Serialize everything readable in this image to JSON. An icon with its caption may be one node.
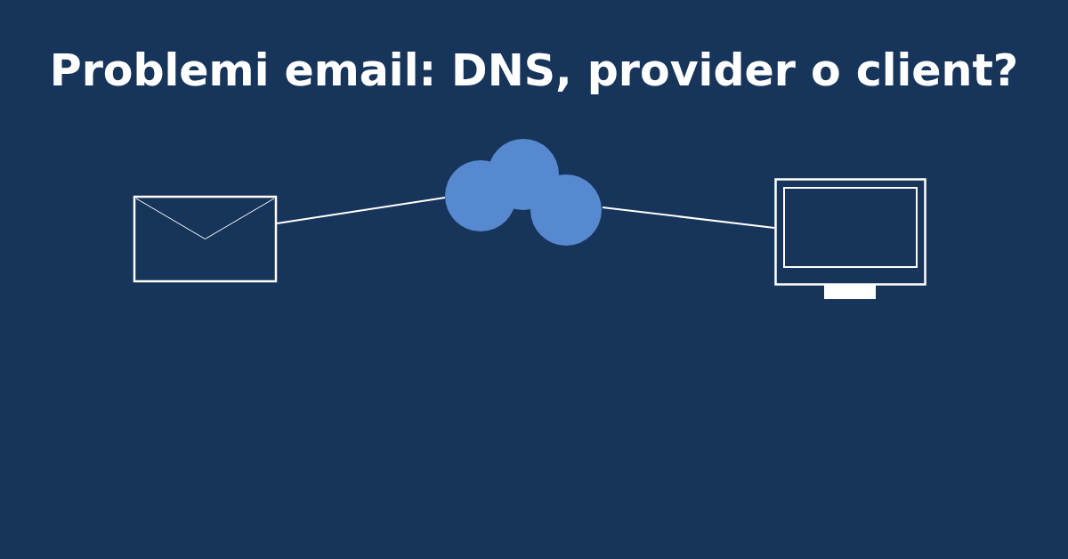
{
  "diagram": {
    "title": "Problemi email: DNS, provider o client?",
    "nodes": [
      {
        "text": [],
        "shape": "envelope"
      },
      {
        "text": [],
        "shape": "cloud"
      },
      {
        "text": [],
        "shape": "monitor"
      }
    ],
    "edges": [
      {
        "from": 0,
        "to": 1,
        "arrow": "none"
      },
      {
        "from": 1,
        "to": 2,
        "arrow": "none"
      }
    ]
  }
}
